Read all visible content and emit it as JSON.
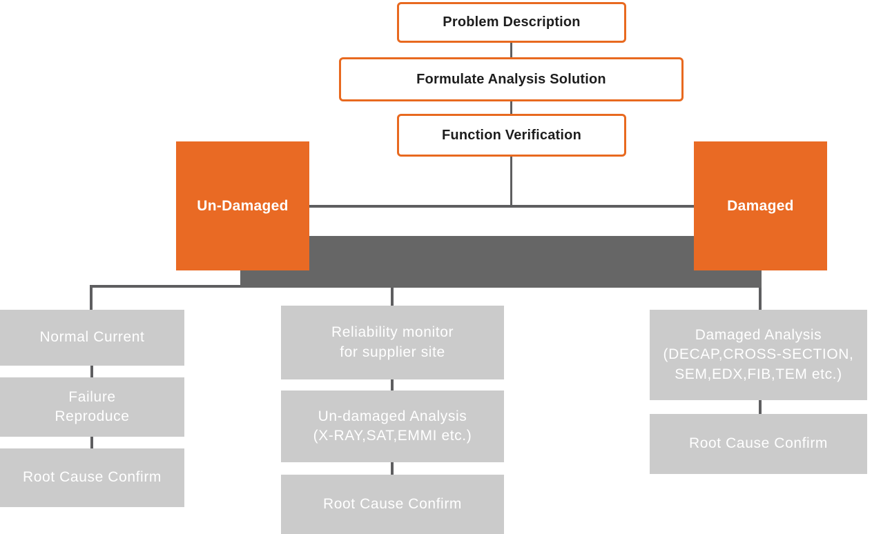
{
  "palette": {
    "background": "#FFFFFF",
    "orange_border": "#E8691F",
    "orange_fill": "#E96A24",
    "dark_gray": "#666666",
    "connector_gray": "#5E5E60",
    "light_gray": "#CBCBCB",
    "node_text_dark": "#1D1D1D",
    "node_text_light": "#FFFFFF"
  },
  "flow": {
    "top_nodes": [
      {
        "label": "Problem Description"
      },
      {
        "label": "Formulate Analysis Solution"
      },
      {
        "label": "Function Verification"
      }
    ],
    "branches": [
      {
        "label": "Un-Damaged"
      },
      {
        "label": "Damaged"
      }
    ],
    "columns": [
      {
        "name": "un-damaged-path",
        "steps": [
          {
            "lines": [
              "Normal Current"
            ]
          },
          {
            "lines": [
              "Failure",
              "Reproduce"
            ]
          },
          {
            "lines": [
              "Root Cause Confirm"
            ]
          }
        ]
      },
      {
        "name": "supplier-monitor-path",
        "steps": [
          {
            "lines": [
              "Reliability monitor",
              "for supplier site"
            ]
          },
          {
            "lines": [
              "Un-damaged Analysis",
              "(X-RAY,SAT,EMMI etc.)"
            ]
          },
          {
            "lines": [
              "Root Cause Confirm"
            ]
          }
        ]
      },
      {
        "name": "damaged-path",
        "steps": [
          {
            "lines": [
              "Damaged Analysis",
              "(DECAP,CROSS-SECTION,",
              "SEM,EDX,FIB,TEM etc.)"
            ]
          },
          {
            "lines": [
              "Root Cause Confirm"
            ]
          }
        ]
      }
    ]
  }
}
